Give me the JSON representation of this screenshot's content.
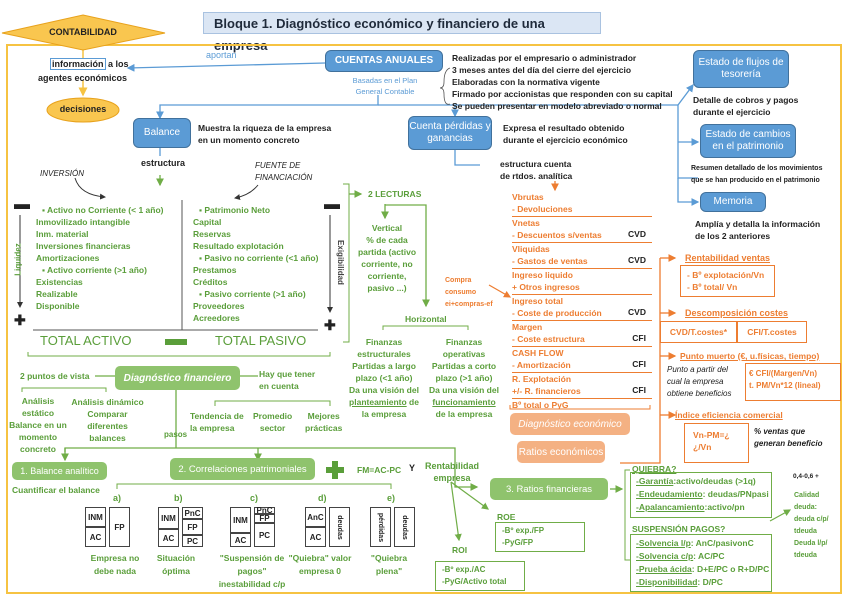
{
  "title": "Bloque 1. Diagnóstico económico y financiero de una empresa",
  "colors": {
    "frame": "#f6c342",
    "blue": "#5b9bd5",
    "green": "#70ad47",
    "orange": "#ed7d31"
  },
  "contabilidad": {
    "label": "CONTABILIDAD",
    "info_word": "información",
    "info_rest": " a los",
    "info_line2": "agentes económicos",
    "decisiones": "decisiones",
    "aportan": "aportan"
  },
  "cuentas": {
    "label": "CUENTAS ANUALES",
    "sub1": "Basadas en el Plan",
    "sub2": "General Contable",
    "notes": [
      "Realizadas por el empresario o administrador",
      "3 meses antes del día del cierre del ejercicio",
      "Elaboradas con la normativa vigente",
      "Firmado por accionistas que responden con su capital",
      "Se pueden presentar en modelo abreviado o normal"
    ]
  },
  "right": {
    "flujos": "Estado de flujos de tesorería",
    "flujos_desc": [
      "Detalle de cobros y pagos",
      "durante el ejercicio"
    ],
    "cambios": "Estado de cambios en el patrimonio",
    "cambios_desc": [
      "Resumen detallado de los movimientos",
      "que se han producido en el patrimonio"
    ],
    "memoria": "Memoria",
    "memoria_desc": [
      "Amplía y detalla la información",
      "de los 2 anteriores"
    ]
  },
  "balance": {
    "label": "Balance",
    "desc": [
      "Muestra la riqueza de la empresa",
      "en un momento concreto"
    ],
    "estructura": "estructura",
    "inversion": "INVERSIÓN",
    "fuente": [
      "FUENTE DE",
      "FINANCIACIÓN"
    ],
    "liquidez": "Liquidez",
    "exigibilidad": "Exigibilidad",
    "activo": [
      {
        "t": "Activo no Corriente (< 1 año)",
        "bullet": true
      },
      {
        "t": "Inmovilizado intangible"
      },
      {
        "t": "Inm. material"
      },
      {
        "t": "Inversiones financieras"
      },
      {
        "t": "Amortizaciones"
      },
      {
        "t": "Activo corriente (>1 año)",
        "bullet": true
      },
      {
        "t": "Existencias"
      },
      {
        "t": "Realizable"
      },
      {
        "t": "Disponible"
      }
    ],
    "pasivo": [
      {
        "t": "Patrimonio Neto",
        "bullet": true
      },
      {
        "t": "Capital"
      },
      {
        "t": "Reservas"
      },
      {
        "t": "Resultado explotación"
      },
      {
        "t": "Pasivo no corriente (<1 año)",
        "bullet": true
      },
      {
        "t": "Prestamos"
      },
      {
        "t": "Créditos"
      },
      {
        "t": "Pasivo corriente (>1 año)",
        "bullet": true
      },
      {
        "t": "Proveedores"
      },
      {
        "t": "Acreedores"
      }
    ],
    "total_activo": "TOTAL ACTIVO",
    "total_pasivo": "TOTAL PASIVO"
  },
  "lecturas": {
    "label": "2 LECTURAS",
    "vertical": [
      "Vertical",
      "% de cada",
      "partida (activo",
      "corriente, no",
      "corriente,",
      "pasivo ...)"
    ],
    "horizontal": "Horizontal",
    "fin_estr": [
      "Finanzas",
      "estructurales",
      "Partidas a largo",
      "plazo (<1 año)",
      "Da una visión del"
    ],
    "fin_estr_u": "planteamiento",
    "fin_estr_end": " de",
    "fin_estr_last": "la empresa",
    "fin_op": [
      "Finanzas",
      "operativas",
      "Partidas a corto",
      "plazo (>1 año)",
      "Da una visión del"
    ],
    "fin_op_u": "funcionamiento",
    "fin_op_last": "de la empresa"
  },
  "pyg": {
    "label": "Cuenta pérdidas y ganancias",
    "desc": [
      "Expresa el resultado obtenido",
      "durante el ejercicio económico"
    ],
    "estructura": [
      "estructura cuenta",
      "de rtdos. analítica"
    ],
    "compra": [
      "Compra",
      "consumo",
      "ei+compras-ef"
    ],
    "rows": [
      {
        "a": "Vbrutas",
        "b": "- Devoluciones",
        "tag": ""
      },
      {
        "a": "Vnetas",
        "b": "- Descuentos s/ventas",
        "tag": "CVD"
      },
      {
        "a": "Vliquidas",
        "b": "- Gastos de ventas",
        "tag": "CVD"
      },
      {
        "a": "Ingreso liquido",
        "b": "+ Otros ingresos",
        "tag": ""
      },
      {
        "a": "Ingreso total",
        "b": "- Coste de producción",
        "tag": "CVD"
      },
      {
        "a": "Margen",
        "b": "- Coste estructura",
        "tag": "CFI"
      },
      {
        "a": "CASH FLOW",
        "b": "- Amortización",
        "tag": "CFI"
      },
      {
        "a": "R. Explotación",
        "b": "+/- R. financieros",
        "tag": "CFI"
      },
      {
        "a": "Bº total o PyG",
        "b": "",
        "tag": ""
      }
    ]
  },
  "economico": {
    "diag": "Diagnóstico económico",
    "ratios": "Ratios económicos",
    "rent_ventas": "Rentabilidad ventas",
    "rent_items": [
      "- Bº explotación/Vn",
      "- Bº total/ Vn"
    ],
    "descomp": "Descomposición costes",
    "descomp_a": "CVD/T.costes*",
    "descomp_b": "CFI/T.costes",
    "punto": "Punto muerto (€, u.físicas, tiempo)",
    "punto_desc": [
      "Punto a partir del",
      "cual la empresa",
      "obtiene beneficios"
    ],
    "punto_items": [
      "€ CFI/(Margen/Vn)",
      "t. PM/Vn*12 (lineal)"
    ],
    "indice": "Índice eficiencia comercial",
    "indice_items": [
      "Vn-PM=¿",
      "¿/Vn"
    ],
    "indice_desc": [
      "% ventas que",
      "generan beneficio"
    ]
  },
  "financiero": {
    "label": "Diagnóstico financiero",
    "puntos": "2 puntos de vista",
    "estatico": [
      "Análisis",
      "estático",
      "Balance en un",
      "momento",
      "concreto"
    ],
    "dinamico": [
      "Análisis dinámico",
      "Comparar",
      "diferentes",
      "balances"
    ],
    "tener": [
      "Hay que tener",
      "en cuenta"
    ],
    "tendencia": [
      "Tendencia de",
      "la empresa"
    ],
    "promedio": [
      "Promedio",
      "sector"
    ],
    "mejores": [
      "Mejores",
      "prácticas"
    ],
    "pasos": "pasos",
    "paso1": "1. Balance analítico",
    "paso1_desc": "Cuantificar el balance",
    "paso2": "2. Correlaciones patrimoniales",
    "fm": "FM=AC-PC",
    "y": "Y",
    "rent_emp": [
      "Rentabilidad",
      "empresa"
    ],
    "paso3": "3. Ratios financieras",
    "roe": "ROE",
    "roe_items": [
      "-Bº exp./FP",
      "-PyG/FP"
    ],
    "roi": "ROI",
    "roi_items": [
      "-Bº exp./AC",
      "-PyG/Activo total"
    ]
  },
  "correlaciones": [
    {
      "letter": "a)",
      "caption": [
        "Empresa no",
        "debe nada"
      ]
    },
    {
      "letter": "b)",
      "caption": [
        "Situación",
        "óptima"
      ]
    },
    {
      "letter": "c)",
      "caption": [
        "\"Suspensión de",
        "pagos\"",
        "inestabilidad c/p"
      ]
    },
    {
      "letter": "d)",
      "caption": [
        "\"Quiebra\" valor",
        "empresa 0"
      ]
    },
    {
      "letter": "e)",
      "caption": [
        "\"Quiebra",
        "plena\""
      ]
    }
  ],
  "mini": {
    "inm": "INM",
    "ac": "AC",
    "fp": "FP",
    "pnc": "PnC",
    "pc": "PC",
    "anc": "AnC",
    "deudas": "deudas",
    "perdidas": "pérdidas"
  },
  "ratios": {
    "quiebra": "QUIEBRA?",
    "quiebra_items": [
      {
        "u": "-Garantía",
        "r": ":activo/deudas    (>1q)"
      },
      {
        "u": "-Endeudamiento",
        "r": ": deudas/PNpasi"
      },
      {
        "u": "-Apalancamiento",
        "r": ":activo/pn"
      }
    ],
    "suspension": "SUSPENSIÓN PAGOS?",
    "susp_items": [
      {
        "u": "-Solvencia l/p",
        "r": ": AnC/pasivonC"
      },
      {
        "u": "-Solvencia c/p",
        "r": ": AC/PC"
      },
      {
        "u": "-Prueba ácida",
        "r": ": D+E/PC  o R+D/PC"
      },
      {
        "u": "-Disponibilidad",
        "r": ": D/PC"
      }
    ],
    "range": "0,4-0,6 +",
    "calidad": [
      "Calidad",
      "deuda:",
      "deuda c/p/",
      "tdeuda"
    ],
    "deuda_lp": [
      "Deuda l/p/",
      "tdeuda"
    ]
  }
}
